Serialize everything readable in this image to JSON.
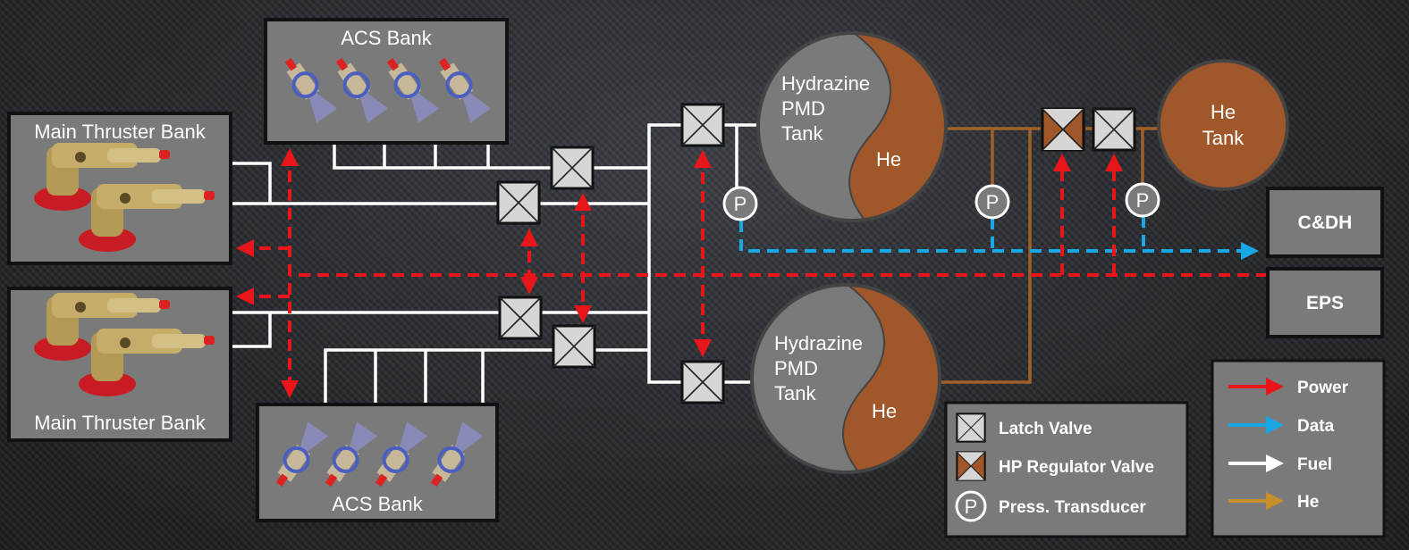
{
  "components": {
    "acs_bank_top": "ACS Bank",
    "acs_bank_bottom": "ACS Bank",
    "main_thruster_top": "Main Thruster Bank",
    "main_thruster_bottom": "Main Thruster Bank",
    "tank_top": {
      "line1": "Hydrazine",
      "line2": "PMD",
      "line3": "Tank",
      "he": "He"
    },
    "tank_bottom": {
      "line1": "Hydrazine",
      "line2": "PMD",
      "line3": "Tank",
      "he": "He"
    },
    "he_tank": {
      "line1": "He",
      "line2": "Tank"
    },
    "cdh": "C&DH",
    "eps": "EPS",
    "transducer_symbol": "P"
  },
  "legend_components": {
    "latch_valve": "Latch Valve",
    "hp_regulator_valve": "HP Regulator Valve",
    "press_transducer": "Press. Transducer"
  },
  "legend_lines": {
    "power": "Power",
    "data": "Data",
    "fuel": "Fuel",
    "he": "He"
  },
  "colors": {
    "power": "#e8161b",
    "data": "#1aa7e6",
    "fuel": "#ffffff",
    "he": "#a0602a",
    "he_legend": "#c8902a",
    "box_fill": "#7a7a7a",
    "he_fill": "#a0582a"
  },
  "icons": [
    "latch-valve-icon",
    "hp-regulator-valve-icon",
    "pressure-transducer-icon",
    "thruster-image",
    "acs-thruster-image"
  ]
}
